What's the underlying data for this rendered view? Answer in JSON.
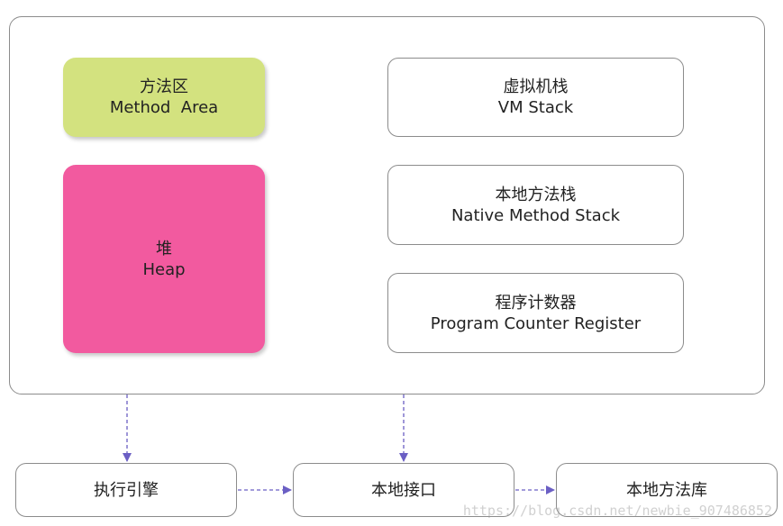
{
  "blocks": {
    "method_area": {
      "cn": "方法区",
      "en": "Method  Area",
      "color": "#d3e27f"
    },
    "heap": {
      "cn": "堆",
      "en": "Heap",
      "color": "#f25a9f"
    },
    "vm_stack": {
      "cn": "虚拟机栈",
      "en": "VM Stack"
    },
    "native_stack": {
      "cn": "本地方法栈",
      "en": "Native Method Stack"
    },
    "pc_register": {
      "cn": "程序计数器",
      "en": "Program Counter Register"
    }
  },
  "bottom": {
    "exec_engine": "执行引擎",
    "native_interface": "本地接口",
    "native_library": "本地方法库"
  },
  "arrow_color": "#6b5fc4",
  "watermark": "https://blog.csdn.net/newbie_907486852"
}
